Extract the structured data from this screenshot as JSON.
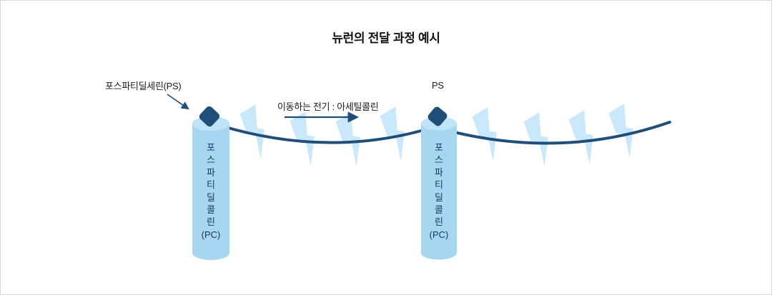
{
  "title": {
    "text": "뉴런의 전달 과정 예시"
  },
  "annotations": {
    "ps_full": "포스파티딜세린(PS)",
    "ps_short": "PS",
    "electricity": "이동하는 전기 : 아세틸콜린"
  },
  "cylinders": [
    {
      "vertical_label": "포스파티딜콜린",
      "sub_label": "(PC)"
    },
    {
      "vertical_label": "포스파티딜콜린",
      "sub_label": "(PC)"
    }
  ],
  "diagram": {
    "bolt_count": 8,
    "spans": 2
  },
  "colors": {
    "canvas_bg": "#ffffff",
    "border": "#d9d9d9",
    "dark_navy": "#1F4E79",
    "cylinder_body": "#A7D7F0",
    "cylinder_top": "#BFE4F7",
    "bolt": "#C9E9FA",
    "title_text": "#111111",
    "label_text": "#1a1a1a",
    "cylinder_text": "#17375E"
  }
}
